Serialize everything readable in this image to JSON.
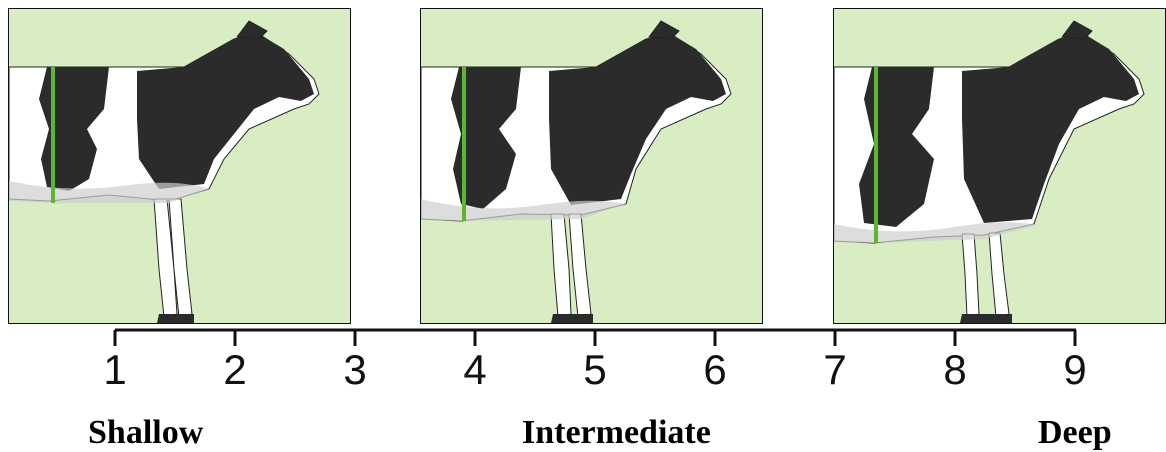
{
  "scale": {
    "ticks": [
      "1",
      "2",
      "3",
      "4",
      "5",
      "6",
      "7",
      "8",
      "9"
    ]
  },
  "categories": {
    "left": "Shallow",
    "middle": "Intermediate",
    "right": "Deep"
  },
  "panels": [
    {
      "id": "shallow",
      "score": 1.5
    },
    {
      "id": "intermediate",
      "score": 4
    },
    {
      "id": "deep",
      "score": 7.5
    }
  ],
  "colors": {
    "background": "#d8eec2",
    "black": "#2b2b2b",
    "white": "#ffffff",
    "marker": "#5cb82a",
    "line": "#111111"
  }
}
